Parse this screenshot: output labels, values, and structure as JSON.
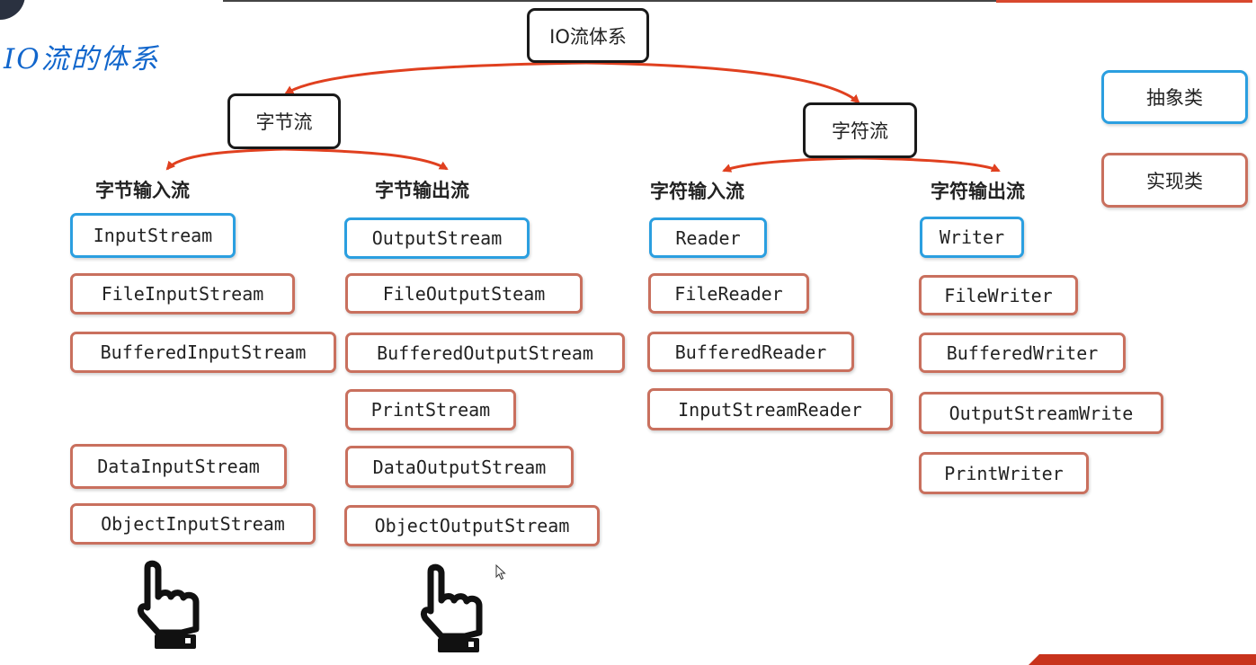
{
  "slide": {
    "title": "IO流的体系"
  },
  "root": {
    "label": "IO流体系"
  },
  "categories": {
    "byte": "字节流",
    "char": "字符流"
  },
  "branches": {
    "byte_input": "字节输入流",
    "byte_output": "字节输出流",
    "char_input": "字符输入流",
    "char_output": "字符输出流"
  },
  "legend": {
    "abstract": "抽象类",
    "impl": "实现类"
  },
  "byte_input": [
    {
      "name": "InputStream",
      "kind": "abstract"
    },
    {
      "name": "FileInputStream",
      "kind": "impl"
    },
    {
      "name": "BufferedInputStream",
      "kind": "impl"
    },
    {
      "name": "DataInputStream",
      "kind": "impl"
    },
    {
      "name": "ObjectInputStream",
      "kind": "impl"
    }
  ],
  "byte_output": [
    {
      "name": "OutputStream",
      "kind": "abstract"
    },
    {
      "name": "FileOutputSteam",
      "kind": "impl"
    },
    {
      "name": "BufferedOutputStream",
      "kind": "impl"
    },
    {
      "name": "PrintStream",
      "kind": "impl"
    },
    {
      "name": "DataOutputStream",
      "kind": "impl"
    },
    {
      "name": "ObjectOutputStream",
      "kind": "impl"
    }
  ],
  "char_input": [
    {
      "name": "Reader",
      "kind": "abstract"
    },
    {
      "name": "FileReader",
      "kind": "impl"
    },
    {
      "name": "BufferedReader",
      "kind": "impl"
    },
    {
      "name": "InputStreamReader",
      "kind": "impl"
    }
  ],
  "char_output": [
    {
      "name": "Writer",
      "kind": "abstract"
    },
    {
      "name": "FileWriter",
      "kind": "impl"
    },
    {
      "name": "BufferedWriter",
      "kind": "impl"
    },
    {
      "name": "OutputStreamWrite",
      "kind": "impl"
    },
    {
      "name": "PrintWriter",
      "kind": "impl"
    }
  ],
  "colors": {
    "abstract_border": "#2b9fe0",
    "impl_border": "#c9705e",
    "arrow": "#e0401f",
    "category_border": "#1a1a1a",
    "title": "#1166cc"
  },
  "icons": {
    "pointer": "hand-pointer-icon",
    "cursor": "mouse-cursor-icon"
  }
}
